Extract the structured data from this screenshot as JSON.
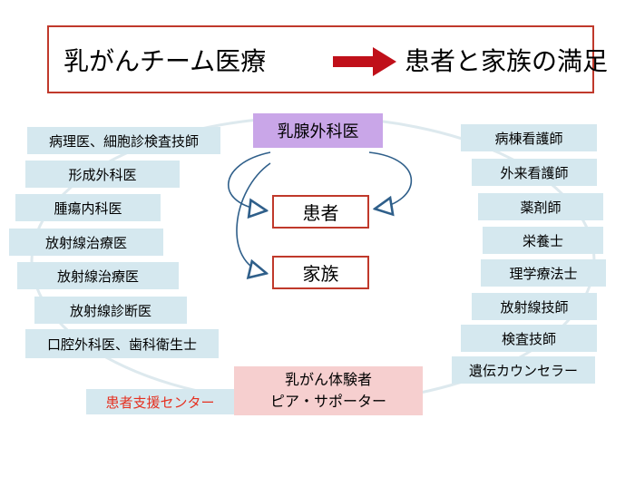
{
  "title": {
    "left": "乳がんチーム医療",
    "right": "患者と家族の満足"
  },
  "center": {
    "surgeon": "乳腺外科医",
    "patient": "患者",
    "family": "家族",
    "peer_line1": "乳がん体験者",
    "peer_line2": "ピア・サポーター",
    "support_center": "患者支援センター"
  },
  "left_roles": [
    "病理医、細胞診検査技師",
    "形成外科医",
    "腫瘍内科医",
    "放射線治療医",
    "放射線治療医",
    "放射線診断医",
    "口腔外科医、歯科衛生士"
  ],
  "right_roles": [
    "病棟看護師",
    "外来看護師",
    "薬剤師",
    "栄養士",
    "理学療法士",
    "放射線技師",
    "検査技師",
    "遺伝カウンセラー"
  ],
  "colors": {
    "arrow_red": "#c0101a",
    "box_border": "#c0392b",
    "bubble": "#d5e8ef",
    "surgeon_bg": "#c9a6e8",
    "peer_bg": "#f6cfcf",
    "support_text": "#e53020",
    "flow_arrow": "#2f5f8a"
  }
}
